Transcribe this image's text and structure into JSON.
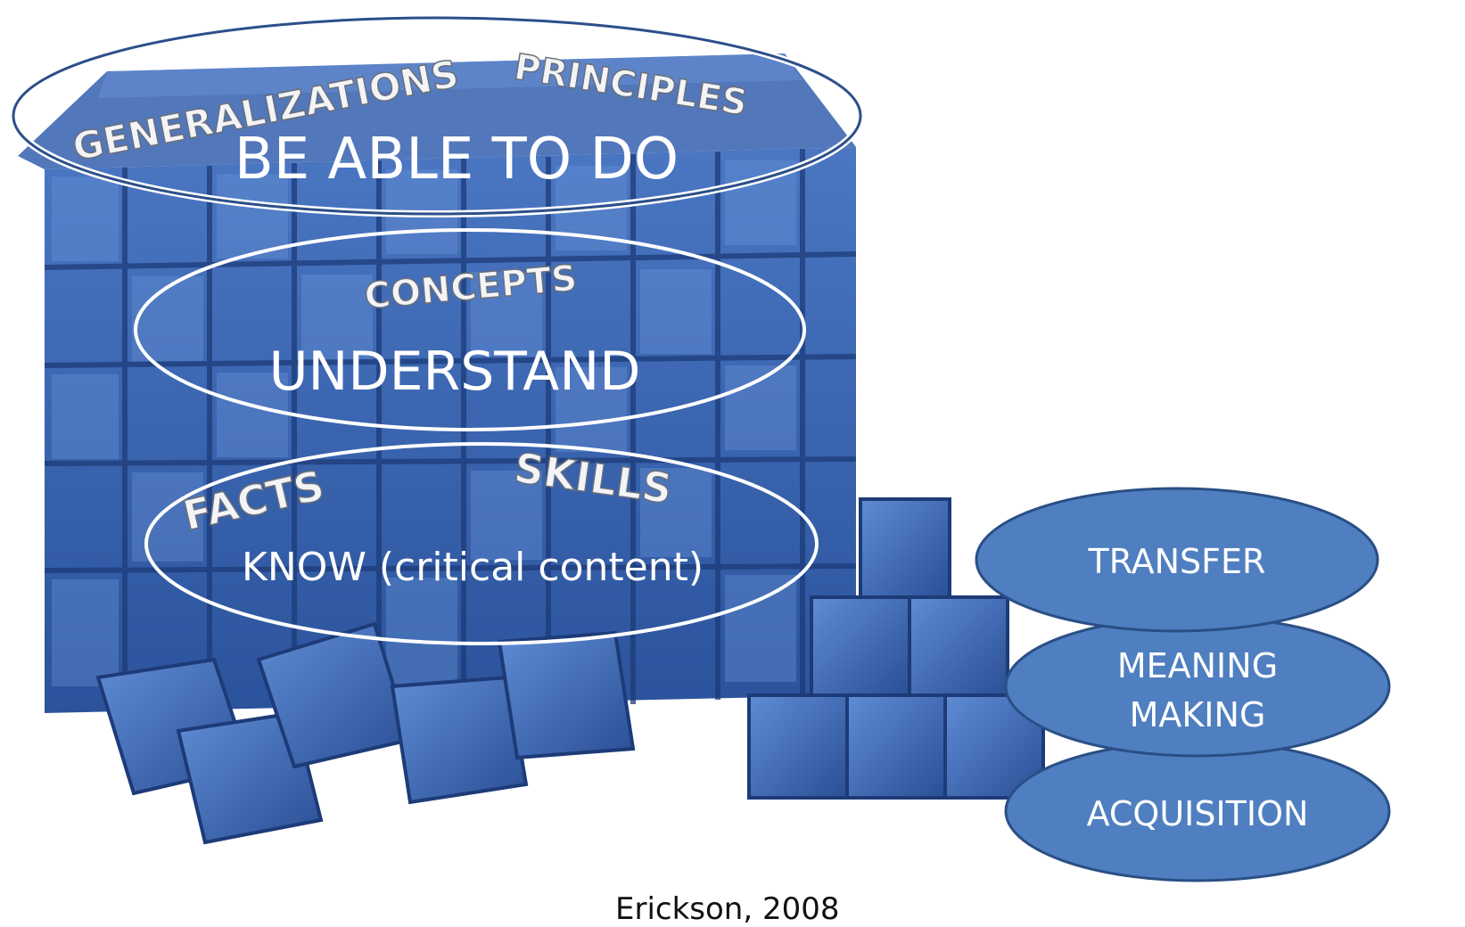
{
  "diagram": {
    "cube_labels": {
      "generalizations": "GENERALIZATIONS",
      "principles": "PRINCIPLES",
      "concepts": "CONCEPTS",
      "facts": "FACTS",
      "skills": "SKILLS"
    },
    "levels": {
      "do": "BE ABLE TO DO",
      "understand": "UNDERSTAND",
      "know": "KNOW (critical content)"
    },
    "stages": {
      "transfer": "TRANSFER",
      "meaning_line1": "MEANING",
      "meaning_line2": "MAKING",
      "acquisition": "ACQUISITION"
    },
    "citation": "Erickson, 2008"
  },
  "colors": {
    "block_face": "#3a63b0",
    "block_light": "#5a86cf",
    "block_dark": "#1f3f82",
    "ellipse_stroke": "#ffffff",
    "top_ellipse_stroke": "#2c4f8a",
    "stage_fill": "#4f7fc0",
    "stage_stroke": "#2a4f85"
  }
}
